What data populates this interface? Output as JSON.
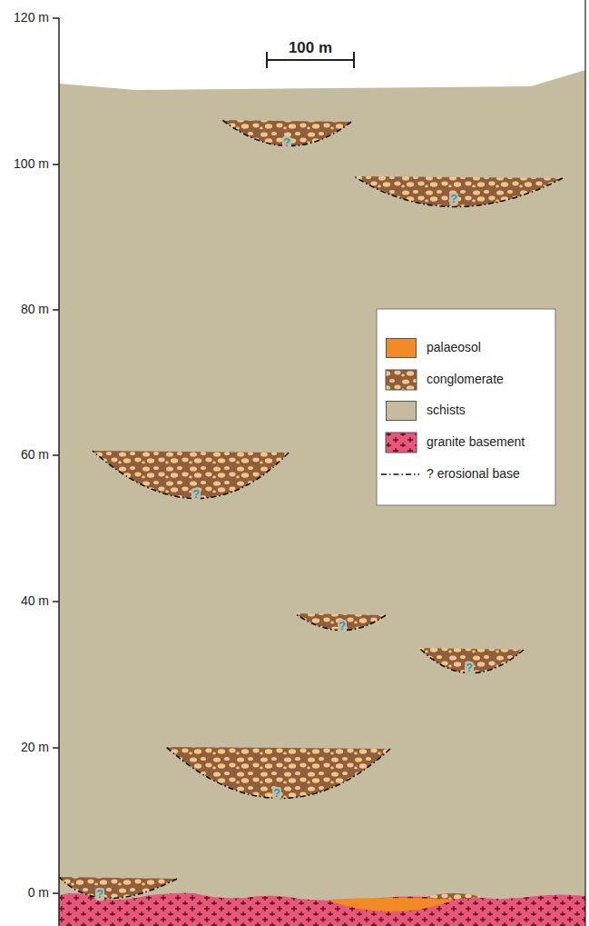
{
  "diagram": {
    "labels": [
      "120 m",
      "100 m",
      "80 m",
      "60 m",
      "40 m",
      "20 m",
      "0 m",
      "100 m",
      "?",
      "?",
      "?",
      "?",
      "?",
      "?",
      "?"
    ],
    "legend": [
      {
        "text": "palaeosol",
        "color": "#f28a26"
      },
      {
        "text": "conglomerate"
      },
      {
        "text": "schists",
        "color": "#c5bca0"
      },
      {
        "text": "granite basement"
      },
      {
        "text": "? erosional base"
      }
    ]
  }
}
